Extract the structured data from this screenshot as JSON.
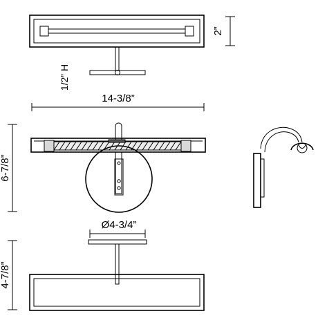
{
  "dimensions": {
    "height_top": "2”",
    "arm_offset": "1/2” H",
    "width": "14-3/8”",
    "height_side": "6-7/8”",
    "backplate_diameter": "Ø4-3/4”",
    "height_bottom": "4-7/8”"
  }
}
